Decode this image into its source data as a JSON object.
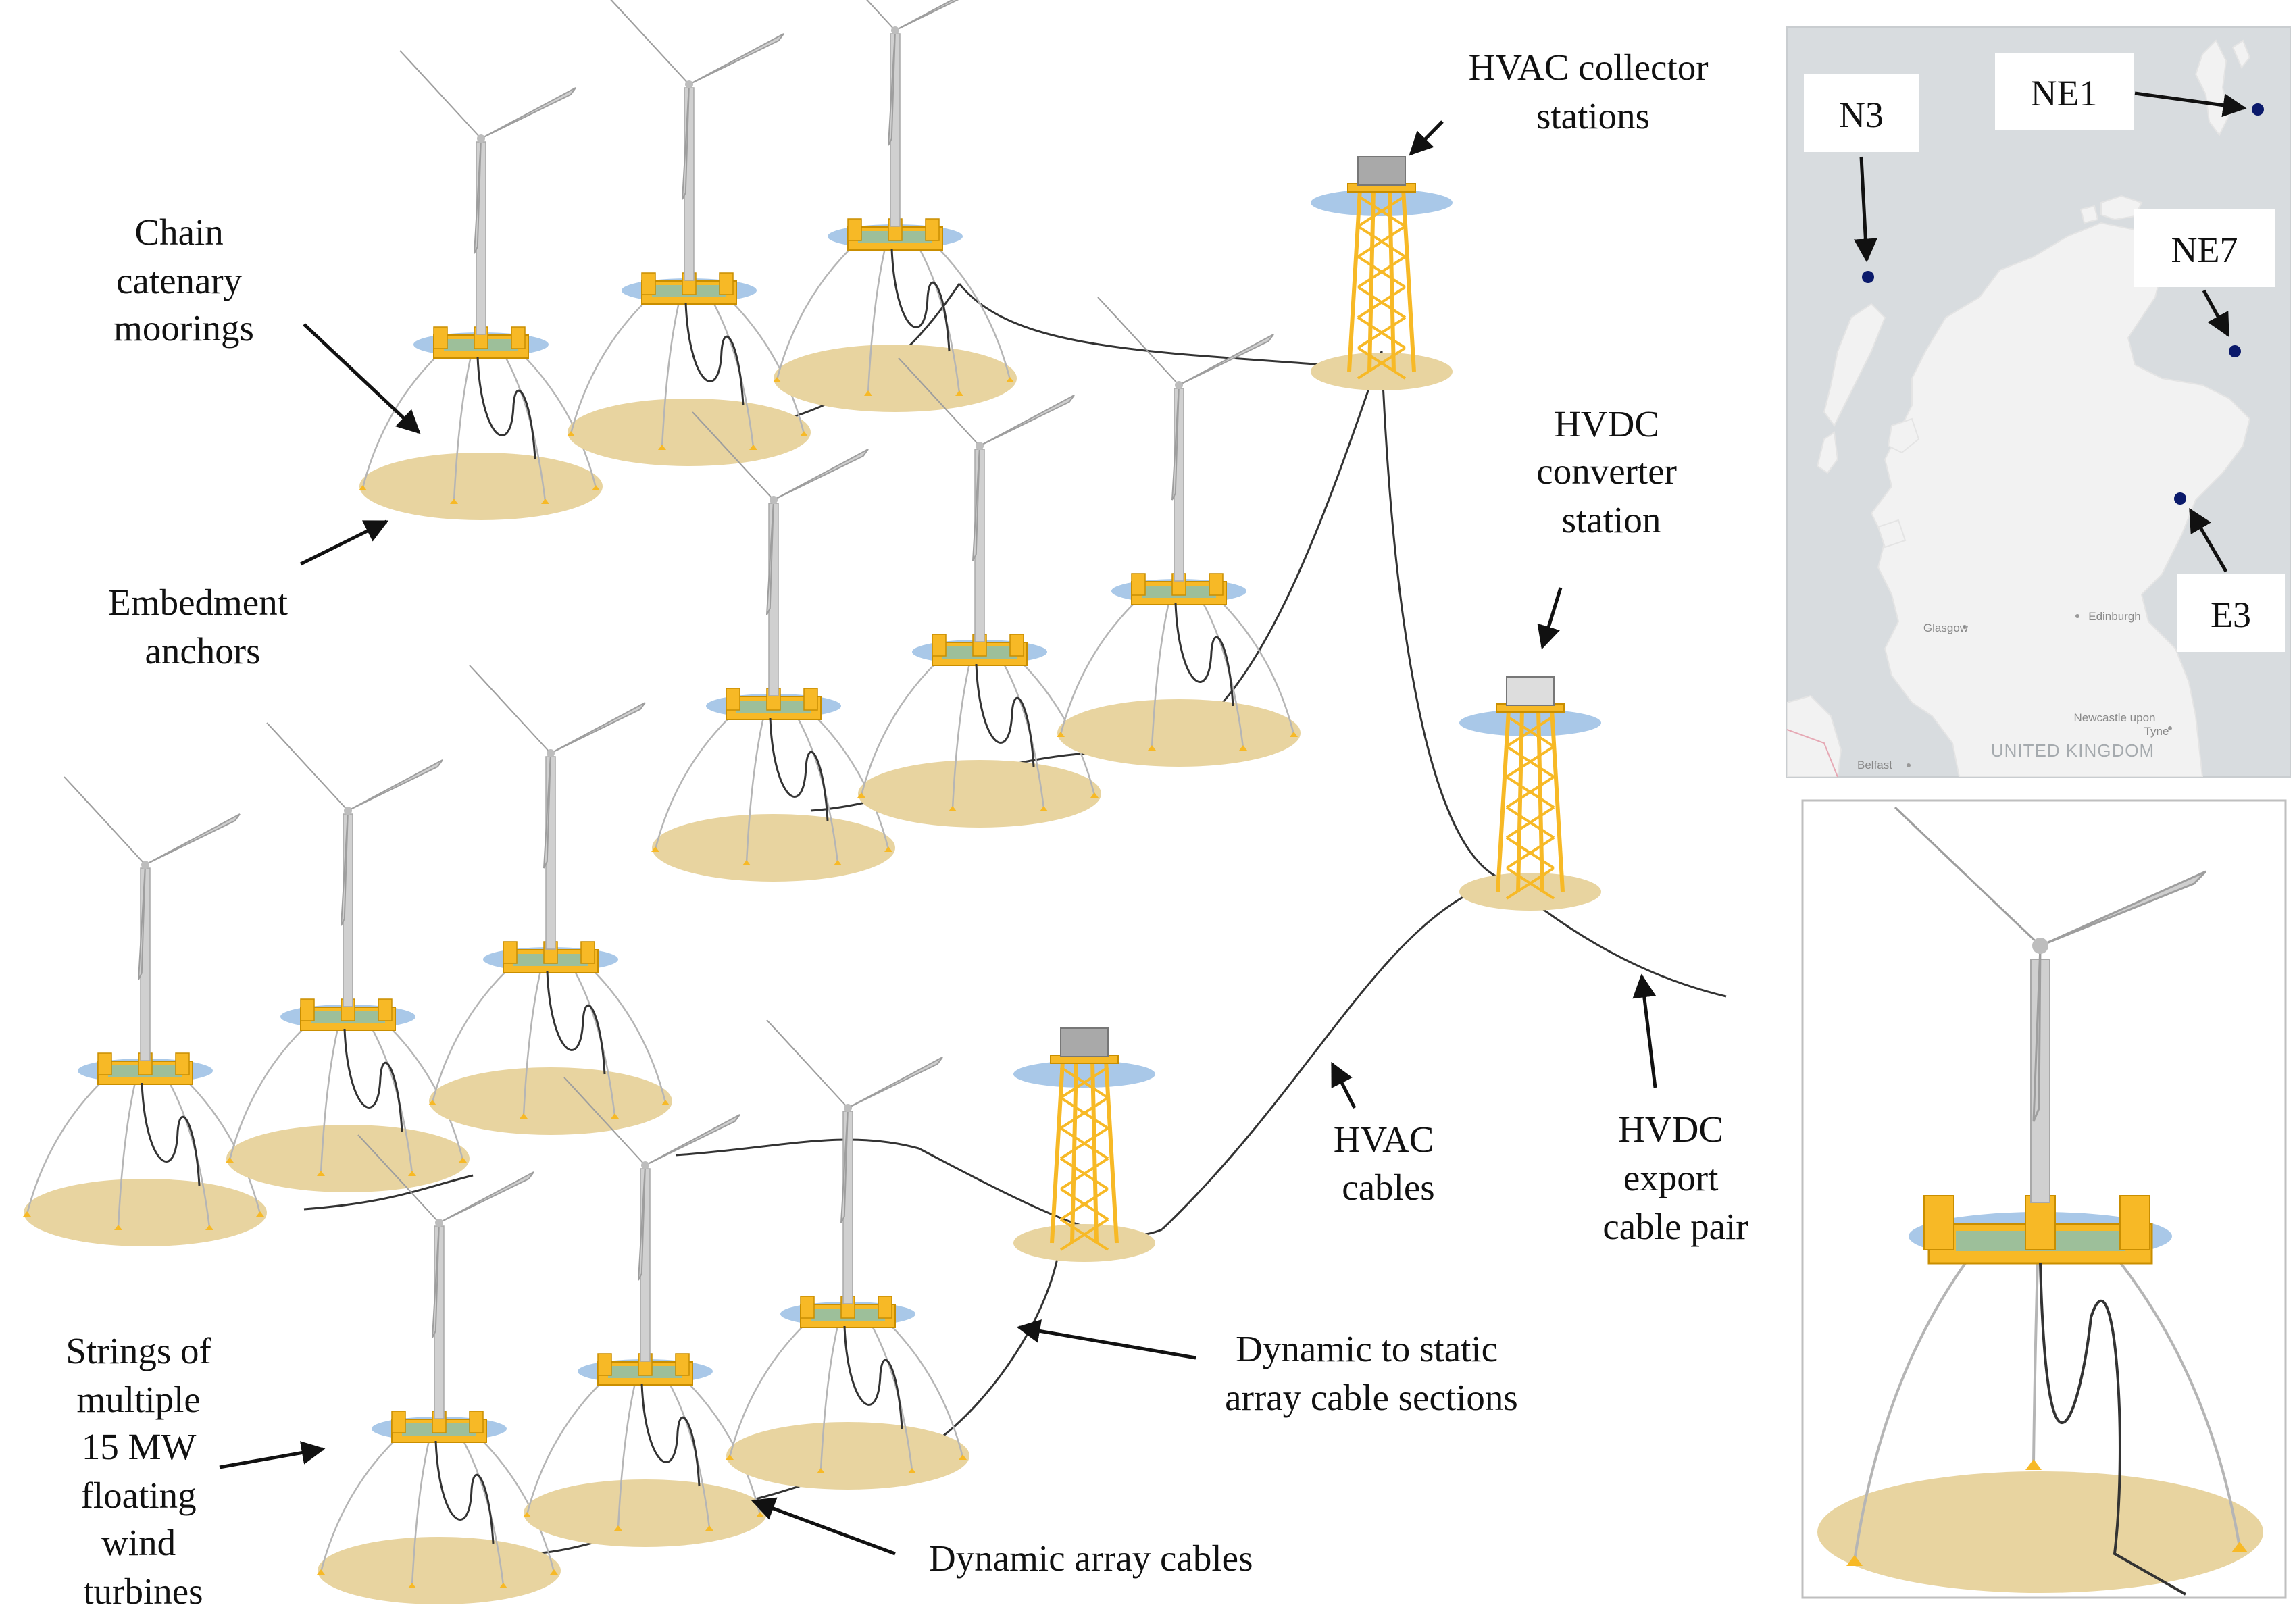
{
  "labels": {
    "hvac_collector": [
      "HVAC collector",
      "stations"
    ],
    "chain_moorings": [
      "Chain",
      "catenary",
      "moorings"
    ],
    "embedment_anchors": [
      "Embedment",
      "anchors"
    ],
    "hvdc_converter": [
      "HVDC",
      "converter",
      "station"
    ],
    "hvac_cables": [
      "HVAC",
      "cables"
    ],
    "hvdc_export": [
      "HVDC",
      "export",
      "cable pair"
    ],
    "dynamic_to_static": [
      "Dynamic to static",
      "array cable sections"
    ],
    "dynamic_array": [
      "Dynamic array cables"
    ],
    "strings": [
      "Strings of",
      "multiple",
      "15 MW",
      "floating",
      "wind",
      "turbines"
    ]
  },
  "map": {
    "sites": [
      "N3",
      "NE1",
      "NE7",
      "E3"
    ],
    "cities": [
      "Glasgow",
      "Edinburgh",
      "Newcastle upon",
      "Tyne",
      "Belfast"
    ],
    "country": "UNITED KINGDOM"
  },
  "colors": {
    "seabed": "#e8d4a0",
    "waterline": "#a9c8e8",
    "platform": "#f7b926",
    "tower": "#d0d0d0",
    "cable": "#333333",
    "map_sea": "#d8dcdf",
    "map_land": "#f2f2f2",
    "map_site": "#0b1a6b"
  }
}
